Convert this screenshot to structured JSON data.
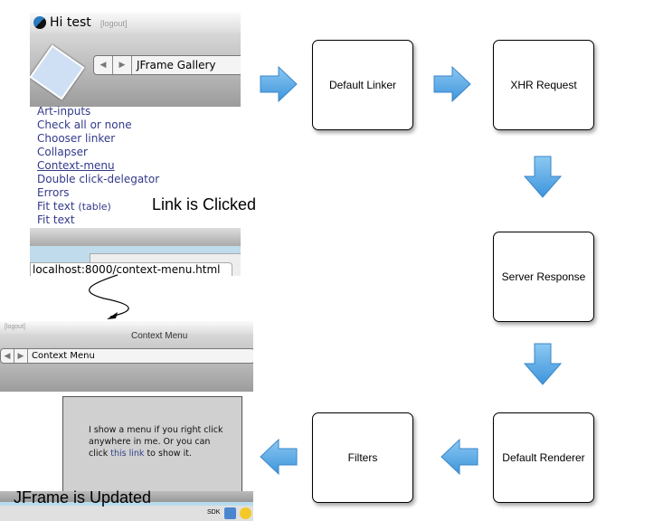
{
  "screenshot_before": {
    "greeting": "Hi test",
    "logout": "[logout]",
    "nav_title": "JFrame Gallery",
    "links": [
      "Art-inputs",
      "Check all or none",
      "Chooser linker",
      "Collapser",
      "Context-menu",
      "Double click-delegator",
      "Errors",
      "Fit text",
      "Fit text"
    ],
    "link_suffix": "(table)",
    "status_url": "localhost:8000/context-menu.html"
  },
  "screenshot_after": {
    "logout": "[logout]",
    "window_title": "Context Menu",
    "nav_title": "Context Menu",
    "content_text": "I show a menu if you right click anywhere in me. Or you can click",
    "content_link": "this link",
    "content_tail": " to show it.",
    "sdk": "SDK"
  },
  "labels": {
    "link_clicked": "Link is Clicked",
    "jframe_updated": "JFrame is Updated"
  },
  "steps": [
    "Default Linker",
    "XHR Request",
    "Server Response",
    "Default Renderer",
    "Filters"
  ],
  "colors": {
    "arrow": "#5aaee8"
  }
}
